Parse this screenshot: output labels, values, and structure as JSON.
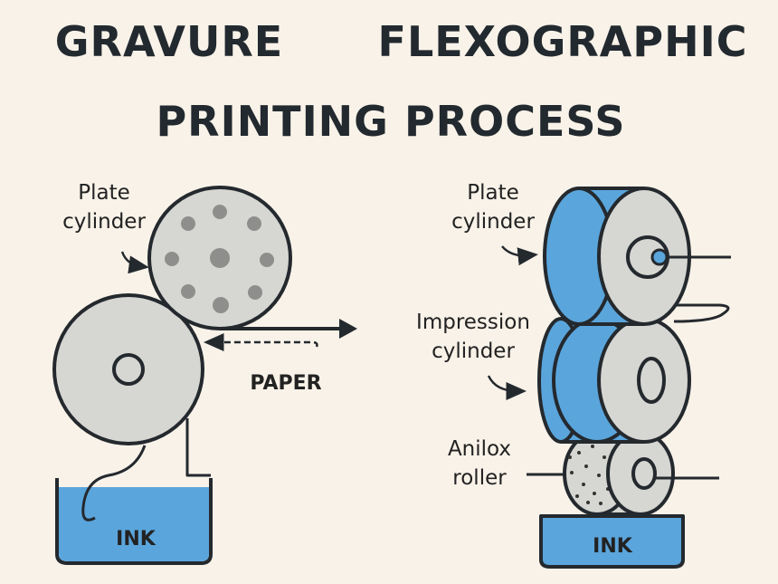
{
  "titles": {
    "left": "GRAVURE",
    "right": "FLEXOGRAPHIC",
    "subtitle": "PRINTING PROCESS"
  },
  "gravure": {
    "plate_label": [
      "Plate",
      "cylinder"
    ],
    "paper_label": "PAPER",
    "ink_label": "INK"
  },
  "flexo": {
    "plate_label": [
      "Plate",
      "cylinder"
    ],
    "impression_label": [
      "Impression",
      "cylinder"
    ],
    "anilox_label": [
      "Anilox",
      "roller"
    ],
    "ink_label": "INK"
  },
  "colors": {
    "blue": "#5aa5dc",
    "gray": "#d6d6d2",
    "ink": "#24292e",
    "background": "#f8f2e8"
  }
}
